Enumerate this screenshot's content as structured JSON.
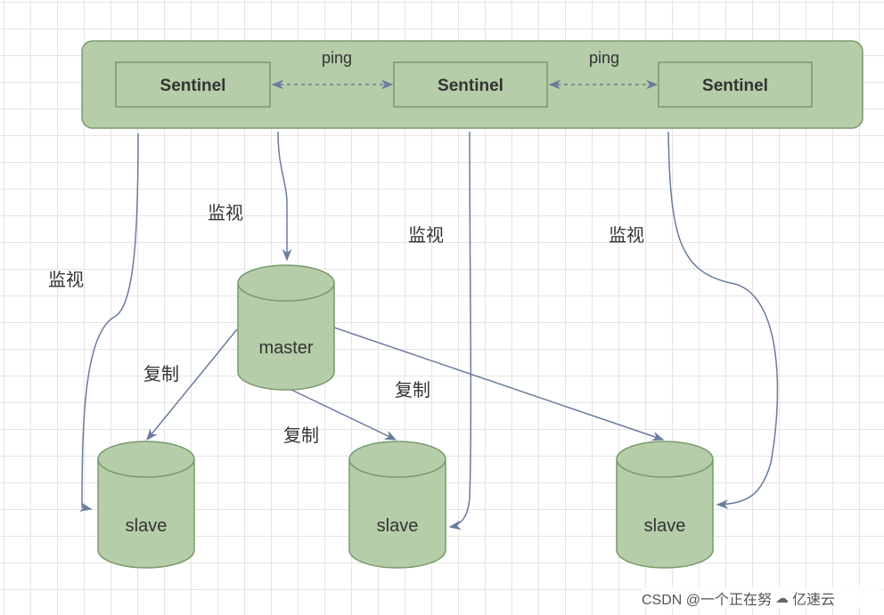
{
  "diagram": {
    "sentinels": [
      {
        "label": "Sentinel"
      },
      {
        "label": "Sentinel"
      },
      {
        "label": "Sentinel"
      }
    ],
    "ping_labels": [
      "ping",
      "ping"
    ],
    "master": {
      "label": "master"
    },
    "slaves": [
      {
        "label": "slave"
      },
      {
        "label": "slave"
      },
      {
        "label": "slave"
      }
    ],
    "monitor_labels": [
      "监视",
      "监视",
      "监视",
      "监视"
    ],
    "replicate_labels": [
      "复制",
      "复制",
      "复制"
    ]
  },
  "footer": {
    "left_text": "CSDN @一个正在努",
    "brand_icon": "cloud-icon",
    "brand_text": "亿速云"
  },
  "colors": {
    "node_fill": "#b5cda8",
    "node_stroke": "#7a9a6c",
    "arrow": "#6b7b9c"
  }
}
